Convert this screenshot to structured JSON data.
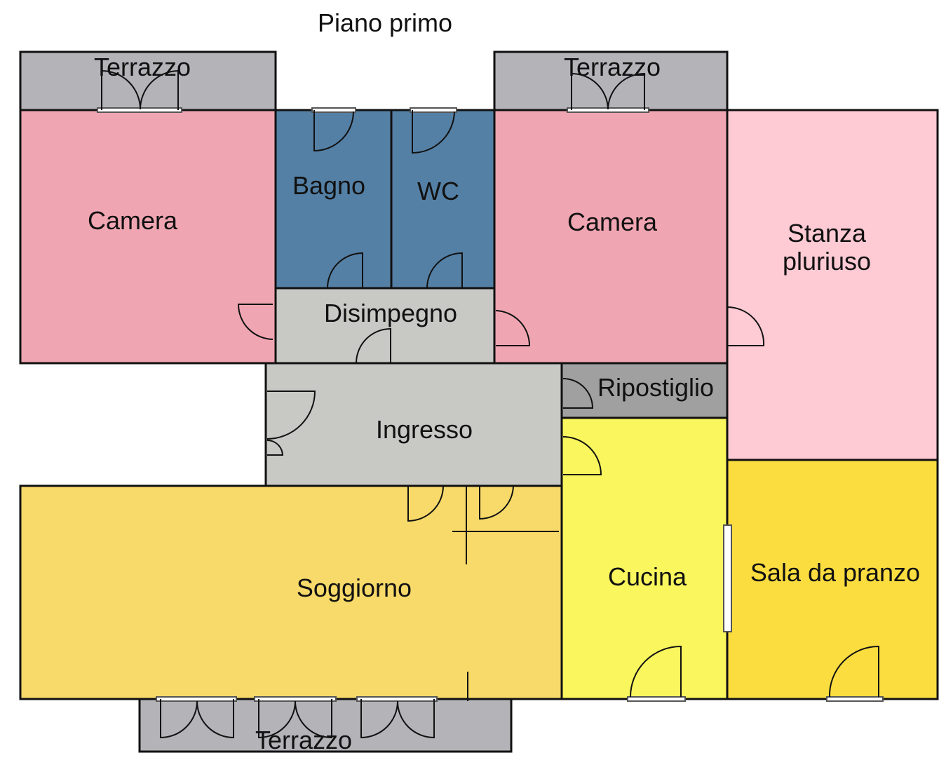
{
  "title": "Piano primo",
  "colors": {
    "terrazzo": "#b4b3b8",
    "camera": "#f0a6b2",
    "bagno": "#5580a5",
    "disimpegno": "#c8c9c5",
    "ripostiglio": "#a0a0a0",
    "stanza": "#fecad4",
    "soggiorno": "#f8da6a",
    "cucina": "#f9f65e",
    "sala": "#fcdd40"
  },
  "rooms": {
    "terrazzo_left": "Terrazzo",
    "terrazzo_mid": "Terrazzo",
    "terrazzo_bottom": "Terrazzo",
    "camera_left": "Camera",
    "bagno": "Bagno",
    "wc": "WC",
    "disimpegno": "Disimpegno",
    "camera_right": "Camera",
    "stanza_line1": "Stanza",
    "stanza_line2": "pluriuso",
    "ripostiglio": "Ripostiglio",
    "ingresso": "Ingresso",
    "cucina": "Cucina",
    "sala": "Sala da pranzo",
    "soggiorno": "Soggiorno"
  }
}
